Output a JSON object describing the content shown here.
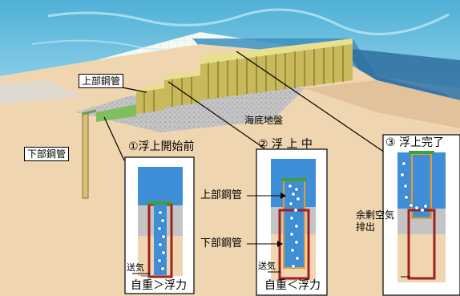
{
  "labels": {
    "upper_pipe": "上部鋼管",
    "lower_pipe": "下部鋼管",
    "seabed": "海底地盤"
  },
  "panels": [
    {
      "title": "①浮上開始前",
      "send_air": "送気",
      "condition": "自重＞浮力"
    },
    {
      "title": "② 浮 上 中",
      "upper_pipe": "上部鋼管",
      "lower_pipe": "下部鋼管",
      "send_air": "送気",
      "condition": "自重＜浮力"
    },
    {
      "title": "③ 浮上完了",
      "excess_air_line1": "余剰空気",
      "excess_air_line2": "排出"
    }
  ],
  "colors": {
    "sea": "#58b6d8",
    "sea_light": "#a9dcee",
    "sand": "#efd6b1",
    "seabed_gravel": "#c9c9c9",
    "pipe_yellow": "#d6c866",
    "pipe_red": "#a02020",
    "pipe_orange": "#e89a2a",
    "water_blue": "#3f8fd8",
    "cap_green": "#3f9f3f"
  }
}
